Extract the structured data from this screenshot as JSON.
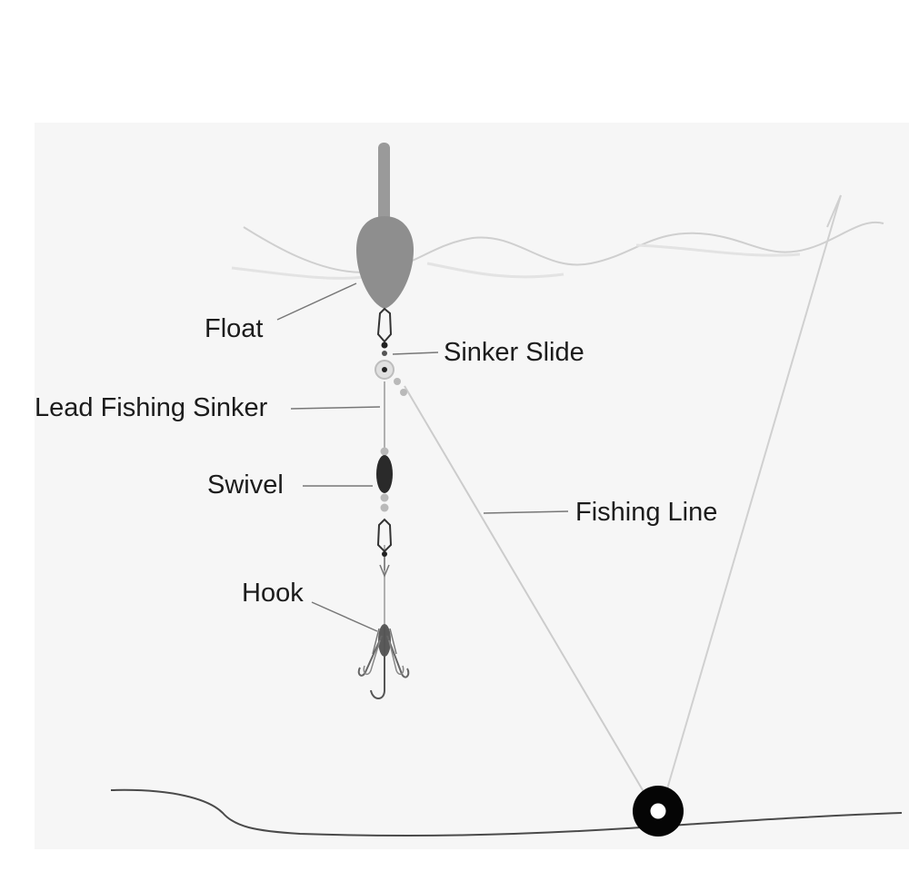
{
  "labels": {
    "float": "Float",
    "sinker_slide": "Sinker Slide",
    "lead_sinker": "Lead Fishing Sinker",
    "swivel": "Swivel",
    "fishing_line": "Fishing Line",
    "hook": "Hook"
  },
  "colors": {
    "background": "#ffffff",
    "panel": "#f6f6f6",
    "float_body": "#8e8e8e",
    "float_antenna": "#9a9a9a",
    "line": "#c8c8c8",
    "leader_line": "#999999",
    "swivel_body": "#2a2a2a",
    "bead": "#b9b9b9",
    "anchor_ring": "#050505",
    "text": "#1c1c1c"
  }
}
